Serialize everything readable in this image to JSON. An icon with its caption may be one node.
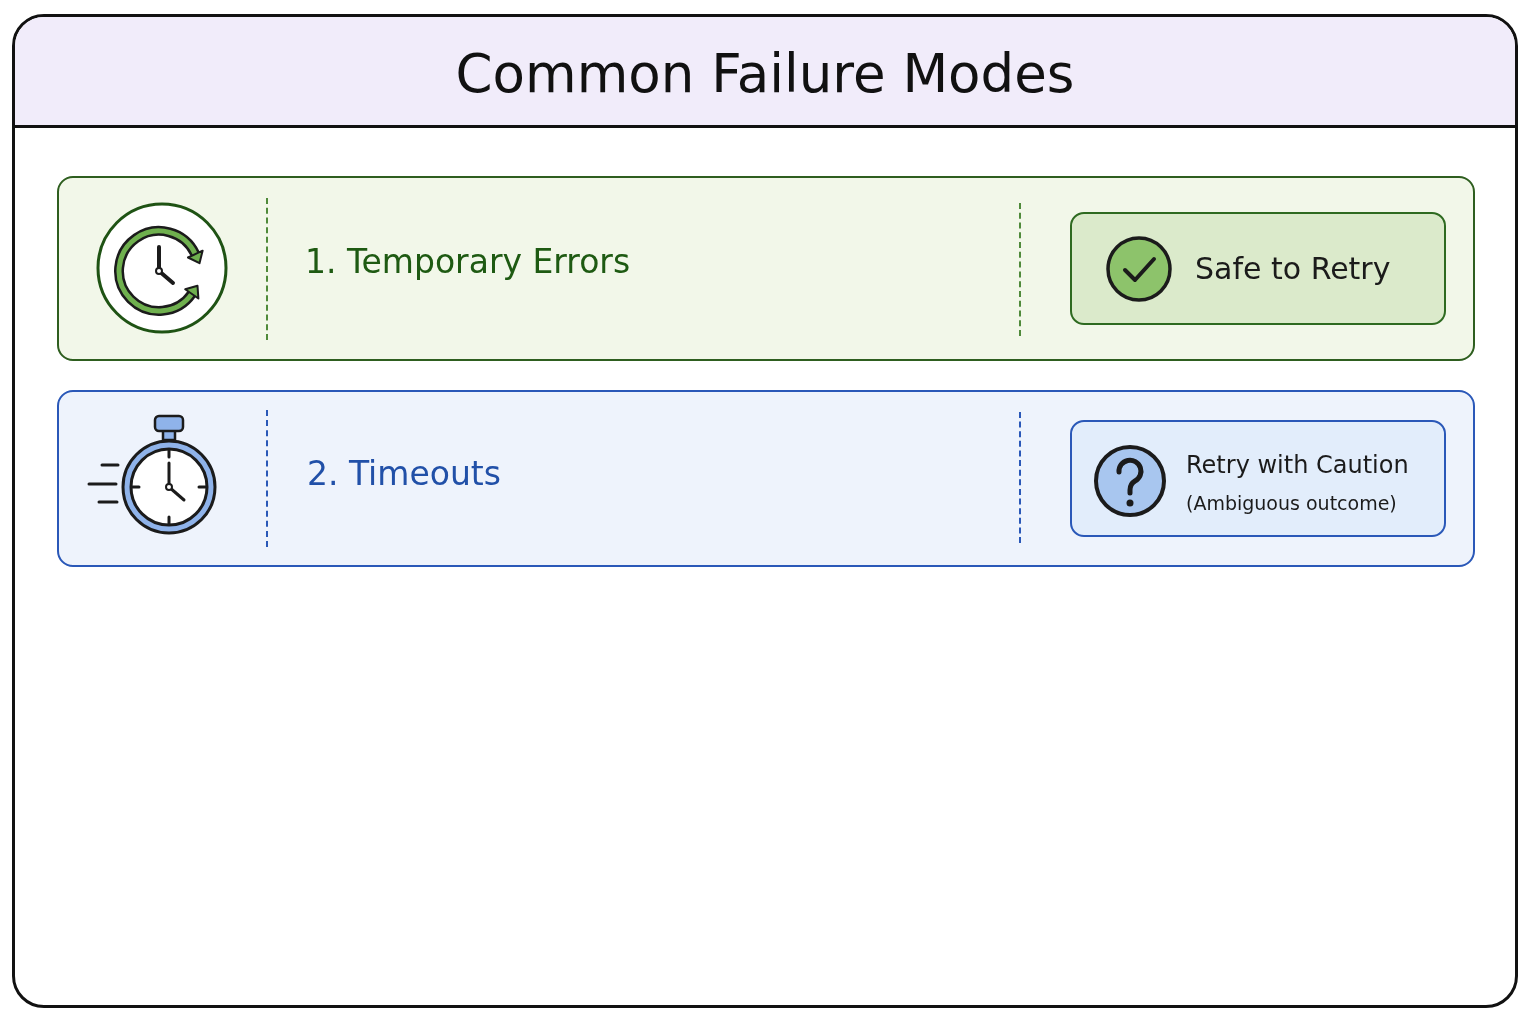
{
  "diagram": {
    "title": "Common Failure Modes",
    "nodes": [
      {
        "text": [
          "1. Temporary Errors"
        ]
      },
      {
        "text": [
          "Safe to Retry"
        ],
        "in": 0
      },
      {
        "text": [
          "2. Timeouts"
        ]
      },
      {
        "text": [
          "Retry with Caution",
          "(Ambiguous outcome)"
        ],
        "in": 2
      }
    ]
  }
}
